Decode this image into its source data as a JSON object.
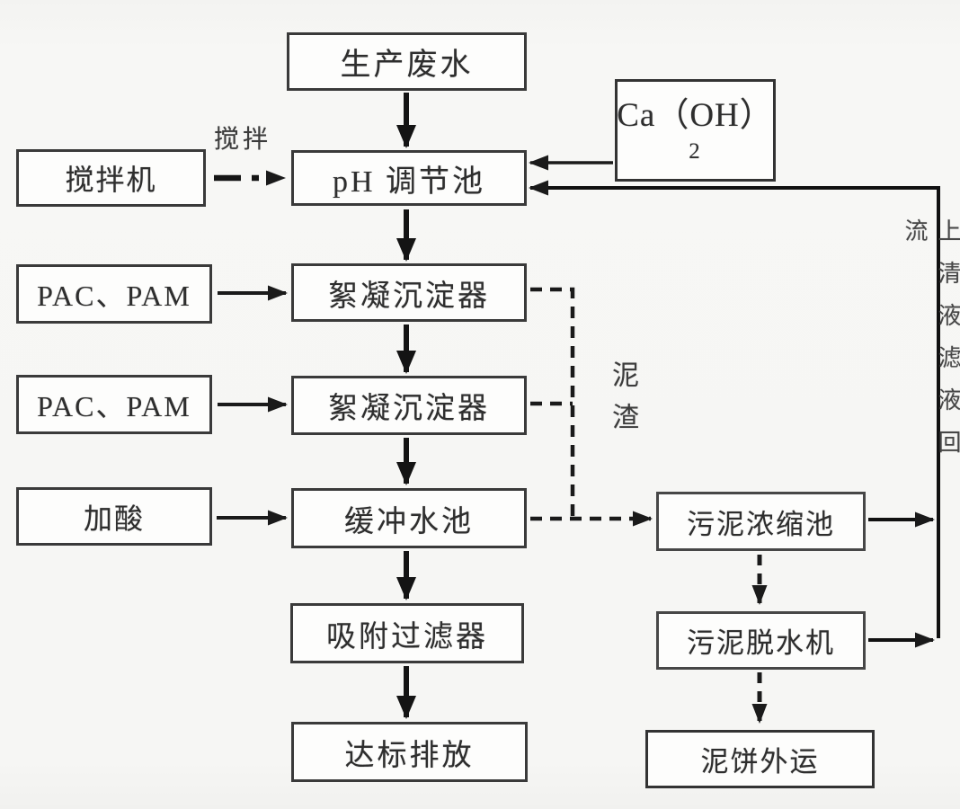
{
  "diagram": {
    "type": "flowchart",
    "language": "zh-CN",
    "colors": {
      "background": "#f6f6f4",
      "box_fill": "#fdfdfc",
      "box_border": "#3a3a3a",
      "line": "#1a1a1a",
      "text": "#2e2e2e"
    },
    "nodes": {
      "production_wastewater": {
        "label": "生产废水"
      },
      "mixer": {
        "label": "搅拌机"
      },
      "ph_tank": {
        "label": "pH 调节池"
      },
      "ca_oh2": {
        "line1": "Ca（OH）",
        "line2": "2"
      },
      "pac_pam_1": {
        "label": "PAC、PAM"
      },
      "floc_settler_1": {
        "label": "絮凝沉淀器"
      },
      "pac_pam_2": {
        "label": "PAC、PAM"
      },
      "floc_settler_2": {
        "label": "絮凝沉淀器"
      },
      "acid_dosing": {
        "label": "加酸"
      },
      "buffer_tank": {
        "label": "缓冲水池"
      },
      "adsorption_filter": {
        "label": "吸附过滤器"
      },
      "discharge": {
        "label": "达标排放"
      },
      "sludge_thickener": {
        "label": "污泥浓缩池"
      },
      "sludge_dewaterer": {
        "label": "污泥脱水机"
      },
      "sludge_cake_out": {
        "label": "泥饼外运"
      }
    },
    "edge_labels": {
      "stirring": "搅拌",
      "sludge_residue": "泥渣",
      "supernatant_reflux": "上清液滤液回流"
    },
    "edges": [
      {
        "from": "生产废水",
        "to": "pH 调节池",
        "style": "solid-thick"
      },
      {
        "from": "Ca（OH）2",
        "to": "pH 调节池",
        "style": "solid"
      },
      {
        "from": "搅拌机",
        "to": "pH 调节池",
        "style": "dash-dot",
        "label": "搅拌"
      },
      {
        "from": "pH 调节池",
        "to": "絮凝沉淀器 (1)",
        "style": "solid-thick"
      },
      {
        "from": "PAC、PAM (1)",
        "to": "絮凝沉淀器 (1)",
        "style": "solid"
      },
      {
        "from": "絮凝沉淀器 (1)",
        "to": "絮凝沉淀器 (2)",
        "style": "solid-thick"
      },
      {
        "from": "PAC、PAM (2)",
        "to": "絮凝沉淀器 (2)",
        "style": "solid"
      },
      {
        "from": "絮凝沉淀器 (2)",
        "to": "缓冲水池",
        "style": "solid-thick"
      },
      {
        "from": "加酸",
        "to": "缓冲水池",
        "style": "solid"
      },
      {
        "from": "缓冲水池",
        "to": "吸附过滤器",
        "style": "solid-thick"
      },
      {
        "from": "吸附过滤器",
        "to": "达标排放",
        "style": "solid-thick"
      },
      {
        "from": "絮凝沉淀器 (1)",
        "to": "污泥浓缩池",
        "style": "dashed",
        "label": "泥渣"
      },
      {
        "from": "絮凝沉淀器 (2)",
        "to": "污泥浓缩池",
        "style": "dashed",
        "label": "泥渣"
      },
      {
        "from": "缓冲水池",
        "to": "污泥浓缩池",
        "style": "dashed",
        "label": "泥渣"
      },
      {
        "from": "污泥浓缩池",
        "to": "污泥脱水机",
        "style": "dashed"
      },
      {
        "from": "污泥脱水机",
        "to": "泥饼外运",
        "style": "dashed"
      },
      {
        "from": "污泥浓缩池",
        "to": "pH 调节池",
        "style": "solid",
        "label": "上清液滤液回流"
      },
      {
        "from": "污泥脱水机",
        "to": "pH 调节池",
        "style": "solid",
        "label": "上清液滤液回流"
      }
    ]
  }
}
